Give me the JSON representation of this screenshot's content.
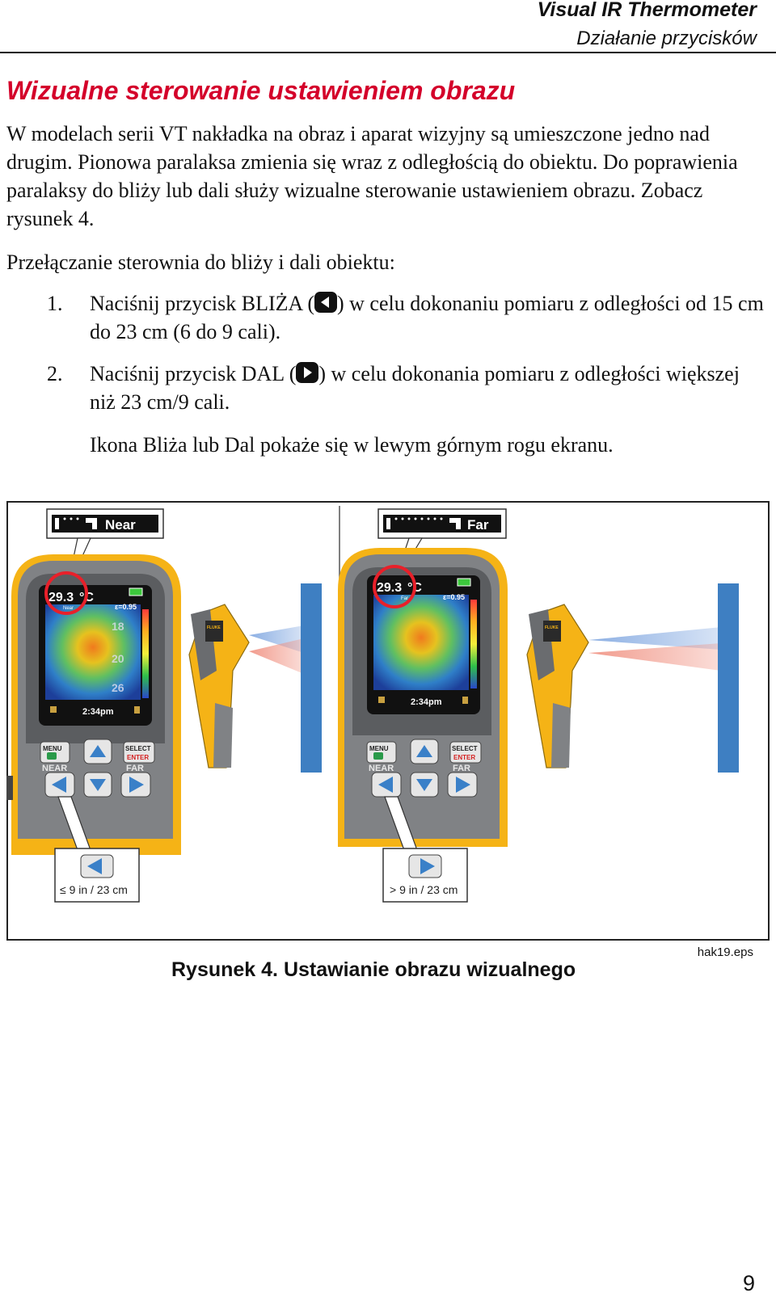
{
  "header": {
    "product": "Visual IR Thermometer",
    "section": "Działanie przycisków"
  },
  "title": "Wizualne sterowanie ustawieniem obrazu",
  "intro": "W modelach serii VT nakładka na obraz i aparat wizyjny są umieszczone jedno nad drugim. Pionowa paralaksa zmienia się wraz z odległością do obiektu. Do poprawienia paralaksy do bliży lub dali służy wizualne sterowanie ustawieniem obrazu. Zobacz rysunek 4.",
  "steps_intro": "Przełączanie sterownia do bliży i dali obiektu:",
  "steps": [
    {
      "num": "1.",
      "before": "Naciśnij przycisk BLIŻA (",
      "after": ") w celu dokonaniu pomiaru z odległości od 15 cm do 23 cm (6 do 9 cali)."
    },
    {
      "num": "2.",
      "before": "Naciśnij przycisk DAL (",
      "after": ") w celu dokonania pomiaru z odległości większej niż 23 cm/9 cali."
    }
  ],
  "note": "Ikona Bliża lub Dal pokaże się w lewym górnym rogu ekranu.",
  "figure": {
    "panels": [
      {
        "mode": "Near",
        "temp": "29.3",
        "unit": "°C",
        "emissivity": "ε=0.95",
        "time": "2:34pm",
        "mode_small": "Near",
        "distance": "≤ 9 in / 23 cm",
        "readings": [
          "18",
          "20",
          "26"
        ]
      },
      {
        "mode": "Far",
        "temp": "29.3",
        "unit": "°C",
        "emissivity": "ε=0.95",
        "time": "2:34pm",
        "mode_small": "Far",
        "distance": "> 9 in / 23 cm"
      }
    ],
    "buttons": {
      "menu": "MENU",
      "select": "SELECT",
      "enter": "ENTER",
      "near": "NEAR",
      "far": "FAR"
    },
    "brand": "FLUKE",
    "caption": "Rysunek 4. Ustawianie obrazu wizualnego",
    "file_id": "hak19.eps"
  },
  "page_number": "9"
}
